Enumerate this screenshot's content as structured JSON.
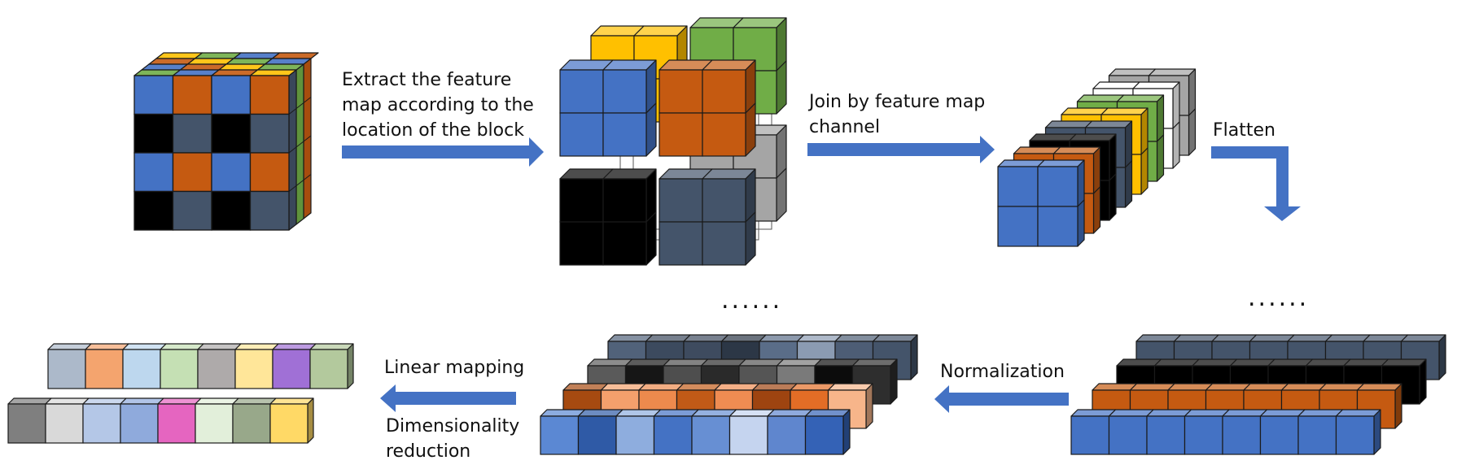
{
  "labels": {
    "extract": [
      "Extract the feature",
      "map according to the",
      "location of the block"
    ],
    "join": [
      "Join by feature map",
      "channel"
    ],
    "flatten": "Flatten",
    "normalization": "Normalization",
    "linear": "Linear mapping",
    "dimred": [
      "Dimensionality",
      "reduction"
    ],
    "dots": "......"
  },
  "colors": {
    "blue": "#4472c4",
    "orange": "#c55a11",
    "black": "#000000",
    "slate": "#44546a",
    "gold": "#ffc000",
    "green": "#70ad47",
    "gray": "#a5a5a5",
    "white": "#ffffff",
    "arrow": "#4472c4"
  },
  "input_block": {
    "front_grid": [
      [
        "blue",
        "orange",
        "blue",
        "orange"
      ],
      [
        "black",
        "slate",
        "black",
        "slate"
      ],
      [
        "blue",
        "orange",
        "blue",
        "orange"
      ],
      [
        "black",
        "slate",
        "black",
        "slate"
      ]
    ],
    "top_layers": [
      "gold",
      "green",
      "blue",
      "orange"
    ],
    "side_layers": [
      "slate",
      "green",
      "orange"
    ]
  },
  "split_blocks": [
    "gold",
    "green",
    "blue",
    "orange",
    "gray",
    "black",
    "slate"
  ],
  "channel_stack": [
    "blue",
    "orange",
    "black",
    "slate",
    "gold",
    "green",
    "white",
    "gray"
  ],
  "flattened_rows": [
    {
      "color": "slate"
    },
    {
      "color": "black"
    },
    {
      "color": "orange"
    },
    {
      "color": "blue"
    }
  ],
  "normalized_rows": [
    {
      "colors": [
        "#51627a",
        "#3c4a5e",
        "#3e4b5f",
        "#2c3746",
        "#5a6d88",
        "#8b9bb2",
        "#4d5d75",
        "#44546a"
      ]
    },
    {
      "colors": [
        "#5a5a5a",
        "#161616",
        "#4e4e4e",
        "#2a2a2a",
        "#555555",
        "#7a7a7a",
        "#0c0c0c",
        "#2e2e2e"
      ]
    },
    {
      "colors": [
        "#a64a10",
        "#f4a06c",
        "#ed8a4d",
        "#c15a17",
        "#ef8c52",
        "#9e4410",
        "#e36d26",
        "#f7b58a"
      ]
    },
    {
      "colors": [
        "#5b88d3",
        "#2f5aa6",
        "#8eadde",
        "#4472c4",
        "#678fd3",
        "#c5d4ef",
        "#5f86ce",
        "#3462b6"
      ]
    }
  ],
  "embedding_rows": [
    {
      "colors": [
        "#acb9ca",
        "#f4a46e",
        "#bdd7ee",
        "#c5e0b4",
        "#aeaaaa",
        "#ffe699",
        "#a070d6",
        "#b3c99d"
      ]
    },
    {
      "colors": [
        "#7f7f7f",
        "#d9d9d9",
        "#b4c7e7",
        "#8faadc",
        "#e565c0",
        "#e2efda",
        "#98a88a",
        "#ffd966"
      ]
    }
  ]
}
